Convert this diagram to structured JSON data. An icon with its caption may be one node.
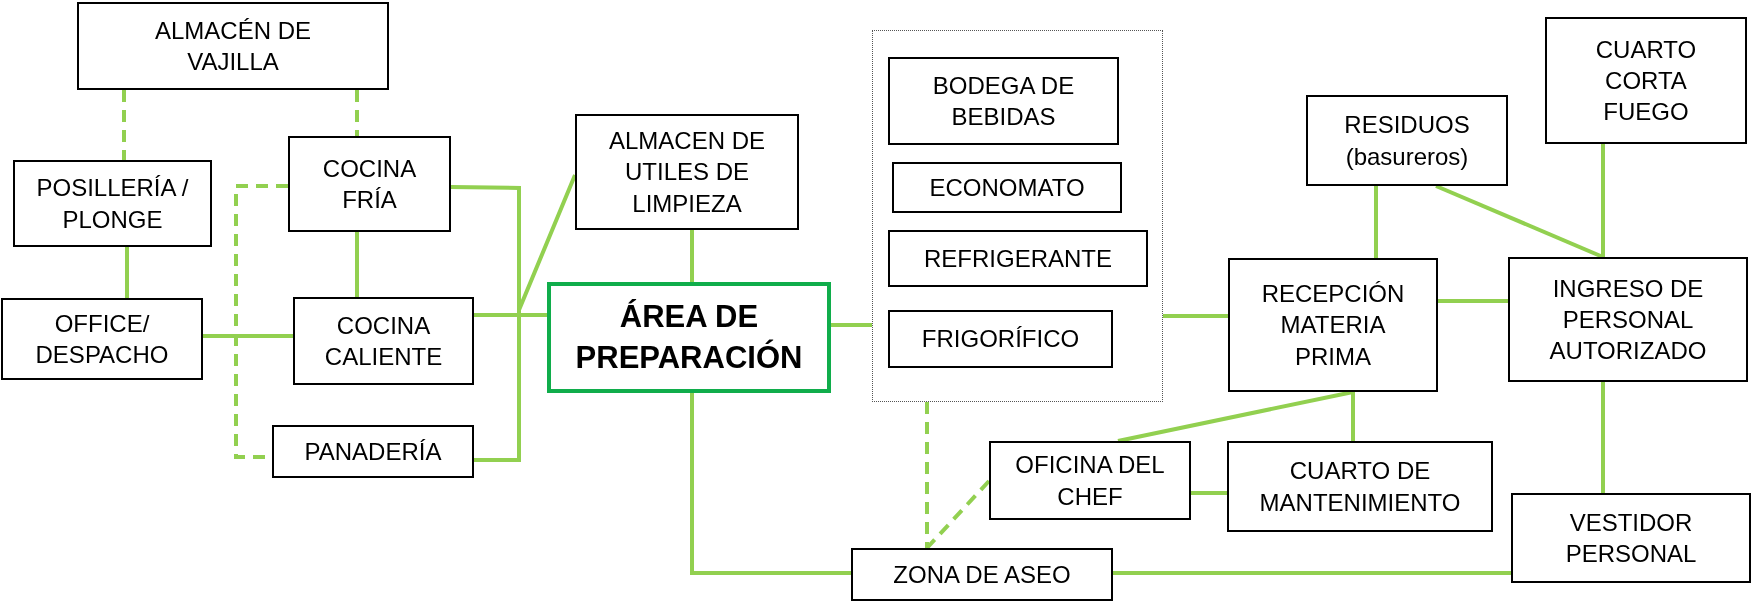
{
  "diagram": {
    "nodes": [
      {
        "text": [
          "ALMACÉN DE VAJILLA"
        ]
      },
      {
        "text": [
          "POSILLERÍA / PLONGE"
        ]
      },
      {
        "text": [
          "COCINA FRÍA"
        ]
      },
      {
        "text": [
          "ALMACEN DE UTILES DE LIMPIEZA"
        ]
      },
      {
        "text": [
          "OFFICE/ DESPACHO"
        ]
      },
      {
        "text": [
          "COCINA CALIENTE"
        ]
      },
      {
        "text": [
          "ÁREA DE PREPARACIÓN"
        ]
      },
      {
        "text": [
          "PANADERÍA"
        ]
      },
      {
        "text": [],
        "shape": "box"
      },
      {
        "text": [
          "BODEGA DE BEBIDAS"
        ],
        "in": 8
      },
      {
        "text": [
          "ECONOMATO"
        ],
        "in": 8
      },
      {
        "text": [
          "REFRIGERANTE"
        ],
        "in": 8
      },
      {
        "text": [
          "FRIGORÍFICO"
        ],
        "in": 8
      },
      {
        "text": [
          "CUARTO CORTA FUEGO"
        ]
      },
      {
        "text": [
          "RESIDUOS (basureros)"
        ]
      },
      {
        "text": [
          "RECEPCIÓN MATERIA PRIMA"
        ]
      },
      {
        "text": [
          "INGRESO DE PERSONAL AUTORIZADO"
        ]
      },
      {
        "text": [
          "OFICINA DEL CHEF"
        ]
      },
      {
        "text": [
          "CUARTO DE MANTENIMIENTO"
        ]
      },
      {
        "text": [
          "VESTIDOR PERSONAL"
        ]
      },
      {
        "text": [
          "ZONA DE ASEO"
        ]
      }
    ],
    "edges": [
      {
        "from": 0,
        "to": 1,
        "arrow": "none",
        "style": "dashed"
      },
      {
        "from": 0,
        "to": 2,
        "arrow": "none",
        "style": "dashed"
      },
      {
        "from": 1,
        "to": 4,
        "arrow": "none"
      },
      {
        "from": 4,
        "to": 5,
        "arrow": "none"
      },
      {
        "from": 2,
        "to": 5,
        "arrow": "none"
      },
      {
        "from": 2,
        "to": 7,
        "arrow": "none",
        "style": "dashed"
      },
      {
        "from": 2,
        "to": 6,
        "arrow": "none"
      },
      {
        "from": 5,
        "to": 6,
        "arrow": "none"
      },
      {
        "from": 7,
        "to": 6,
        "arrow": "none"
      },
      {
        "from": 3,
        "to": 6,
        "arrow": "none"
      },
      {
        "from": 3,
        "to": 6,
        "arrow": "none"
      },
      {
        "from": 6,
        "to": 8,
        "arrow": "none"
      },
      {
        "from": 8,
        "to": 15,
        "arrow": "none"
      },
      {
        "from": 15,
        "to": 14,
        "arrow": "none"
      },
      {
        "from": 15,
        "to": 16,
        "arrow": "none"
      },
      {
        "from": 14,
        "to": 16,
        "arrow": "none"
      },
      {
        "from": 13,
        "to": 16,
        "arrow": "none"
      },
      {
        "from": 16,
        "to": 19,
        "arrow": "none"
      },
      {
        "from": 15,
        "to": 17,
        "arrow": "none"
      },
      {
        "from": 15,
        "to": 18,
        "arrow": "none"
      },
      {
        "from": 17,
        "to": 18,
        "arrow": "none"
      },
      {
        "from": 6,
        "to": 20,
        "arrow": "none"
      },
      {
        "from": 8,
        "to": 20,
        "arrow": "none",
        "style": "dashed"
      },
      {
        "from": 17,
        "to": 20,
        "arrow": "none",
        "style": "dashed"
      },
      {
        "from": 20,
        "to": 19,
        "arrow": "none"
      }
    ]
  }
}
